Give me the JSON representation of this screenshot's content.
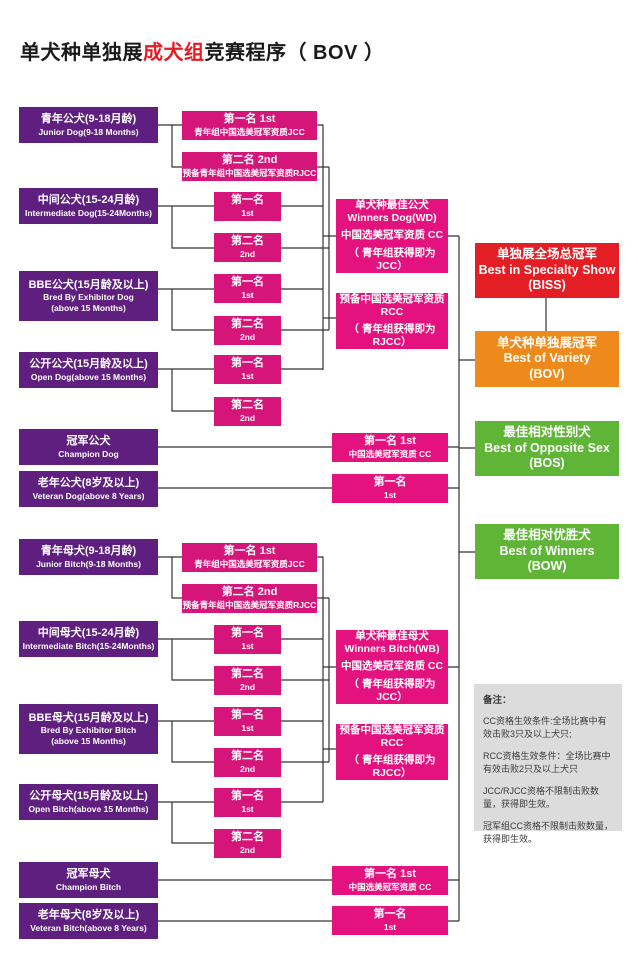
{
  "title": {
    "pre": "单犬种单独展",
    "highlight": "成犬组",
    "post": "竞赛程序（ BOV ）"
  },
  "colors": {
    "class": "#5f1f7f",
    "placement": "#d6157a",
    "result": "#e4127f",
    "biss": "#e31e24",
    "bov": "#ee8a1b",
    "green": "#5fb536",
    "line": "#333333"
  },
  "dog": {
    "classes": [
      {
        "cn": "青年公犬(9-18月龄)",
        "en": "Junior Dog(9-18 Months)"
      },
      {
        "cn": "中间公犬(15-24月龄)",
        "en": "Intermediate Dog(15-24Months)"
      },
      {
        "cn": "BBE公犬(15月龄及以上)",
        "en": "Bred By Exhibitor Dog",
        "en2": "(above 15 Months)"
      },
      {
        "cn": "公开公犬(15月龄及以上)",
        "en": "Open Dog(above 15 Months)"
      },
      {
        "cn": "冠军公犬",
        "en": "Champion Dog"
      },
      {
        "cn": "老年公犬(8岁及以上)",
        "en": "Veteran Dog(above 8 Years)"
      }
    ],
    "junior_first": {
      "l1": "第一名  1st",
      "l2": "青年组中国选美冠军资质JCC"
    },
    "junior_second": {
      "l1": "第二名  2nd",
      "l2": "预备青年组中国选美冠军资质RJCC"
    },
    "places": [
      {
        "first": "第一名",
        "first_en": "1st",
        "second": "第二名",
        "second_en": "2nd"
      },
      {
        "first": "第一名",
        "first_en": "1st",
        "second": "第二名",
        "second_en": "2nd"
      },
      {
        "first": "第一名",
        "first_en": "1st",
        "second": "第二名",
        "second_en": "2nd"
      }
    ],
    "winners": {
      "l1": "单犬种最佳公犬",
      "l2": "Winners Dog(WD)",
      "l3": "中国选美冠军资质 CC",
      "l4": "（ 青年组获得即为 JCC）"
    },
    "rcc": {
      "l1": "预备中国选美冠军资质",
      "l2": "RCC",
      "l3": "（ 青年组获得即为RJCC）"
    },
    "champion": {
      "l1": "第一名  1st",
      "l2": "中国选美冠军资质 CC"
    },
    "veteran": {
      "l1": "第一名",
      "l2": "1st"
    }
  },
  "bitch": {
    "classes": [
      {
        "cn": "青年母犬(9-18月龄)",
        "en": "Junior Bitch(9-18 Months)"
      },
      {
        "cn": "中间母犬(15-24月龄)",
        "en": "Intermediate Bitch(15-24Months)"
      },
      {
        "cn": "BBE母犬(15月龄及以上)",
        "en": "Bred By Exhibitor Bitch",
        "en2": "(above 15 Months)"
      },
      {
        "cn": "公开母犬(15月龄及以上)",
        "en": "Open Bitch(above 15 Months)"
      },
      {
        "cn": "冠军母犬",
        "en": "Champion Bitch"
      },
      {
        "cn": "老年母犬(8岁及以上)",
        "en": "Veteran Bitch(above 8 Years)"
      }
    ],
    "junior_first": {
      "l1": "第一名  1st",
      "l2": "青年组中国选美冠军资质JCC"
    },
    "junior_second": {
      "l1": "第二名  2nd",
      "l2": "预备青年组中国选美冠军资质RJCC"
    },
    "places": [
      {
        "first": "第一名",
        "first_en": "1st",
        "second": "第二名",
        "second_en": "2nd"
      },
      {
        "first": "第一名",
        "first_en": "1st",
        "second": "第二名",
        "second_en": "2nd"
      },
      {
        "first": "第一名",
        "first_en": "1st",
        "second": "第二名",
        "second_en": "2nd"
      }
    ],
    "winners": {
      "l1": "单犬种最佳母犬",
      "l2": "Winners Bitch(WB)",
      "l3": "中国选美冠军资质 CC",
      "l4": "（ 青年组获得即为 JCC）"
    },
    "rcc": {
      "l1": "预备中国选美冠军资质",
      "l2": "RCC",
      "l3": "（ 青年组获得即为RJCC）"
    },
    "champion": {
      "l1": "第一名  1st",
      "l2": "中国选美冠军资质 CC"
    },
    "veteran": {
      "l1": "第一名",
      "l2": "1st"
    }
  },
  "awards": {
    "biss": {
      "l1": "单独展全场总冠军",
      "l2": "Best in Specialty Show",
      "l3": "(BISS)"
    },
    "bov": {
      "l1": "单犬种单独展冠军",
      "l2": "Best of Variety",
      "l3": "(BOV)"
    },
    "bos": {
      "l1": "最佳相对性别犬",
      "l2": "Best of Opposite Sex",
      "l3": "(BOS)"
    },
    "bow": {
      "l1": "最佳相对优胜犬",
      "l2": "Best of Winners",
      "l3": "(BOW)"
    }
  },
  "notes": {
    "heading": "备注：",
    "items": [
      "CC资格生效条件:全场比赛中有效击败3只及以上犬只;",
      "RCC资格生效条件：全场比赛中有效击败2只及以上犬只",
      "JCC/RJCC资格不限制击败数量，获得即生效。",
      "冠军组CC资格不限制击败数量，获得即生效。"
    ]
  }
}
